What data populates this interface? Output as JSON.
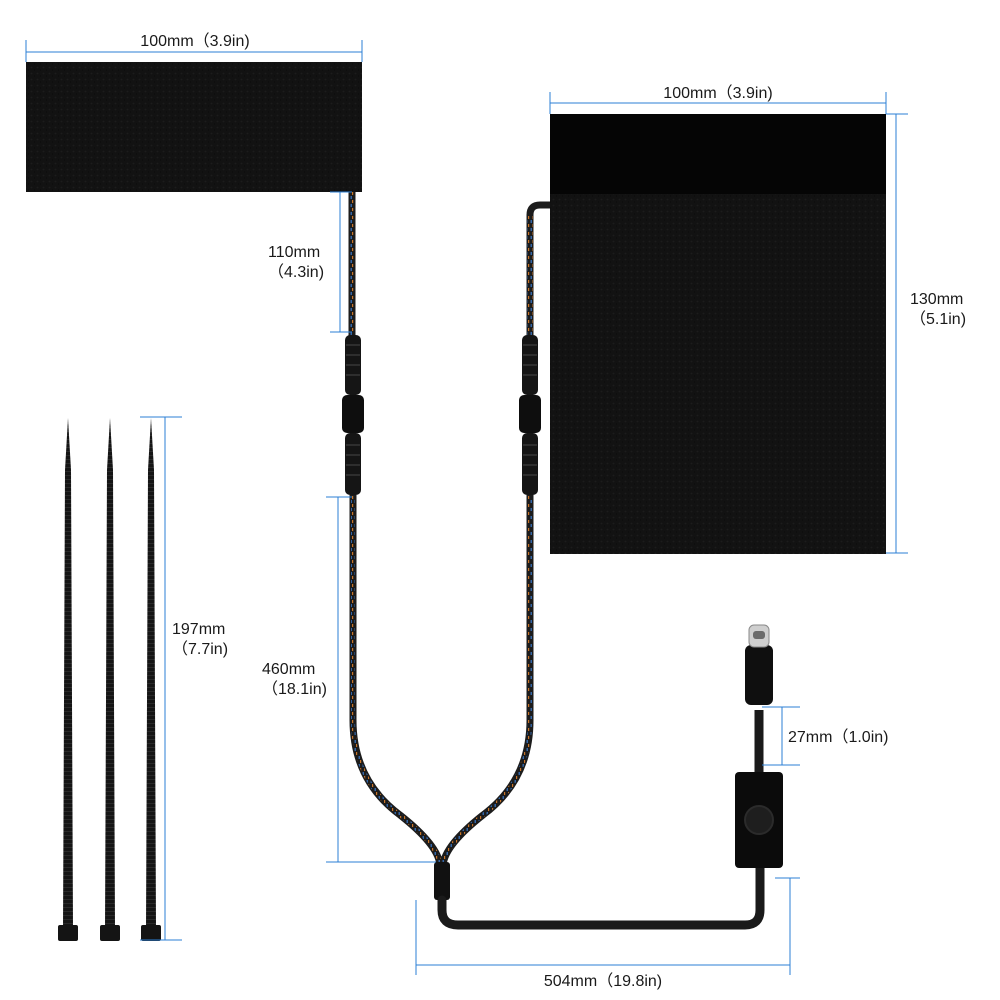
{
  "colors": {
    "dimension_line": "#2b7fd6",
    "pad": "#111111",
    "pad_strip": "#050505",
    "cable": "#1c1c1c",
    "cable_stripe_orange": "#c8752a",
    "cable_stripe_blue": "#3a78c9"
  },
  "dimensions": {
    "pad_left_width": "100mm（3.9in)",
    "pad_right_width": "100mm（3.9in)",
    "pad_right_height": {
      "mm": "130mm",
      "in": "（5.1in)"
    },
    "lead_length": {
      "mm": "110mm",
      "in": "（4.3in)"
    },
    "branch_length": {
      "mm": "460mm",
      "in": "（18.1in)"
    },
    "tie_length": {
      "mm": "197mm",
      "in": "（7.7in)"
    },
    "plug_length": "27mm（1.0in)",
    "main_cable_length": "504mm（19.8in)"
  },
  "icons": [
    "heating-pad",
    "cable-tie",
    "usb-c-plug",
    "power-switch",
    "cable-connector"
  ]
}
